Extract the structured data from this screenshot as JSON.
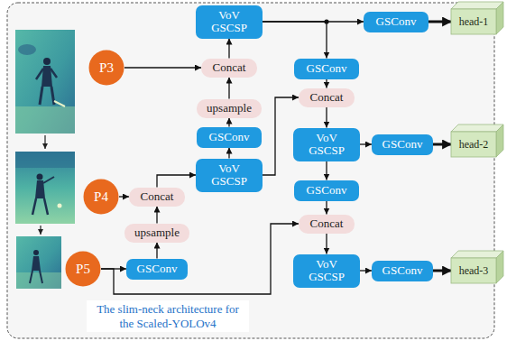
{
  "diagram": {
    "caption": "The slim-neck architecture for the Scaled-YOLOv4",
    "nodes": [
      {
        "text": [
          "VoV GSCSP"
        ]
      },
      {
        "text": [
          "GSConv"
        ]
      },
      {
        "text": [
          "head-1"
        ]
      },
      {
        "text": [
          "P3"
        ]
      },
      {
        "text": [
          "Concat"
        ]
      },
      {
        "text": [
          "GSConv"
        ]
      },
      {
        "text": [
          "Concat"
        ]
      },
      {
        "text": [
          "upsample"
        ]
      },
      {
        "text": [
          "GSConv"
        ]
      },
      {
        "text": [
          "VoV GSCSP"
        ]
      },
      {
        "text": [
          "GSConv"
        ]
      },
      {
        "text": [
          "head-2"
        ]
      },
      {
        "text": [
          "VoV GSCSP"
        ]
      },
      {
        "text": [
          "GSConv"
        ]
      },
      {
        "text": [
          "P4"
        ]
      },
      {
        "text": [
          "Concat"
        ]
      },
      {
        "text": [
          "Concat"
        ]
      },
      {
        "text": [
          "upsample"
        ]
      },
      {
        "text": [
          "head-3"
        ]
      },
      {
        "text": [
          "P5"
        ]
      },
      {
        "text": [
          "GSConv"
        ]
      },
      {
        "text": [
          "VoV GSCSP"
        ]
      },
      {
        "text": [
          "GSConv"
        ]
      }
    ],
    "edges": [
      {
        "from": 3,
        "to": 4,
        "arrow": "to"
      },
      {
        "from": 7,
        "to": 4,
        "arrow": "to"
      },
      {
        "from": 4,
        "to": 0,
        "arrow": "to"
      },
      {
        "from": 8,
        "to": 7,
        "arrow": "to"
      },
      {
        "from": 12,
        "to": 8,
        "arrow": "to"
      },
      {
        "from": 15,
        "to": 12,
        "arrow": "to"
      },
      {
        "from": 17,
        "to": 15,
        "arrow": "to"
      },
      {
        "from": 20,
        "to": 17,
        "arrow": "to"
      },
      {
        "from": 19,
        "to": 20,
        "arrow": "to"
      },
      {
        "from": 14,
        "to": 15,
        "arrow": "to"
      },
      {
        "from": 0,
        "to": 1,
        "arrow": "to"
      },
      {
        "from": 1,
        "to": 2,
        "arrow": "to"
      },
      {
        "from": 0,
        "to": 5,
        "arrow": "to"
      },
      {
        "from": 5,
        "to": 6,
        "arrow": "to"
      },
      {
        "from": 12,
        "to": 6,
        "arrow": "to"
      },
      {
        "from": 6,
        "to": 9,
        "arrow": "to"
      },
      {
        "from": 9,
        "to": 10,
        "arrow": "to"
      },
      {
        "from": 10,
        "to": 11,
        "arrow": "to"
      },
      {
        "from": 9,
        "to": 13,
        "arrow": "to"
      },
      {
        "from": 13,
        "to": 16,
        "arrow": "to"
      },
      {
        "from": 19,
        "to": 16,
        "arrow": "to"
      },
      {
        "from": 16,
        "to": 21,
        "arrow": "to"
      },
      {
        "from": 21,
        "to": 22,
        "arrow": "to"
      },
      {
        "from": 22,
        "to": 18,
        "arrow": "to"
      }
    ]
  }
}
